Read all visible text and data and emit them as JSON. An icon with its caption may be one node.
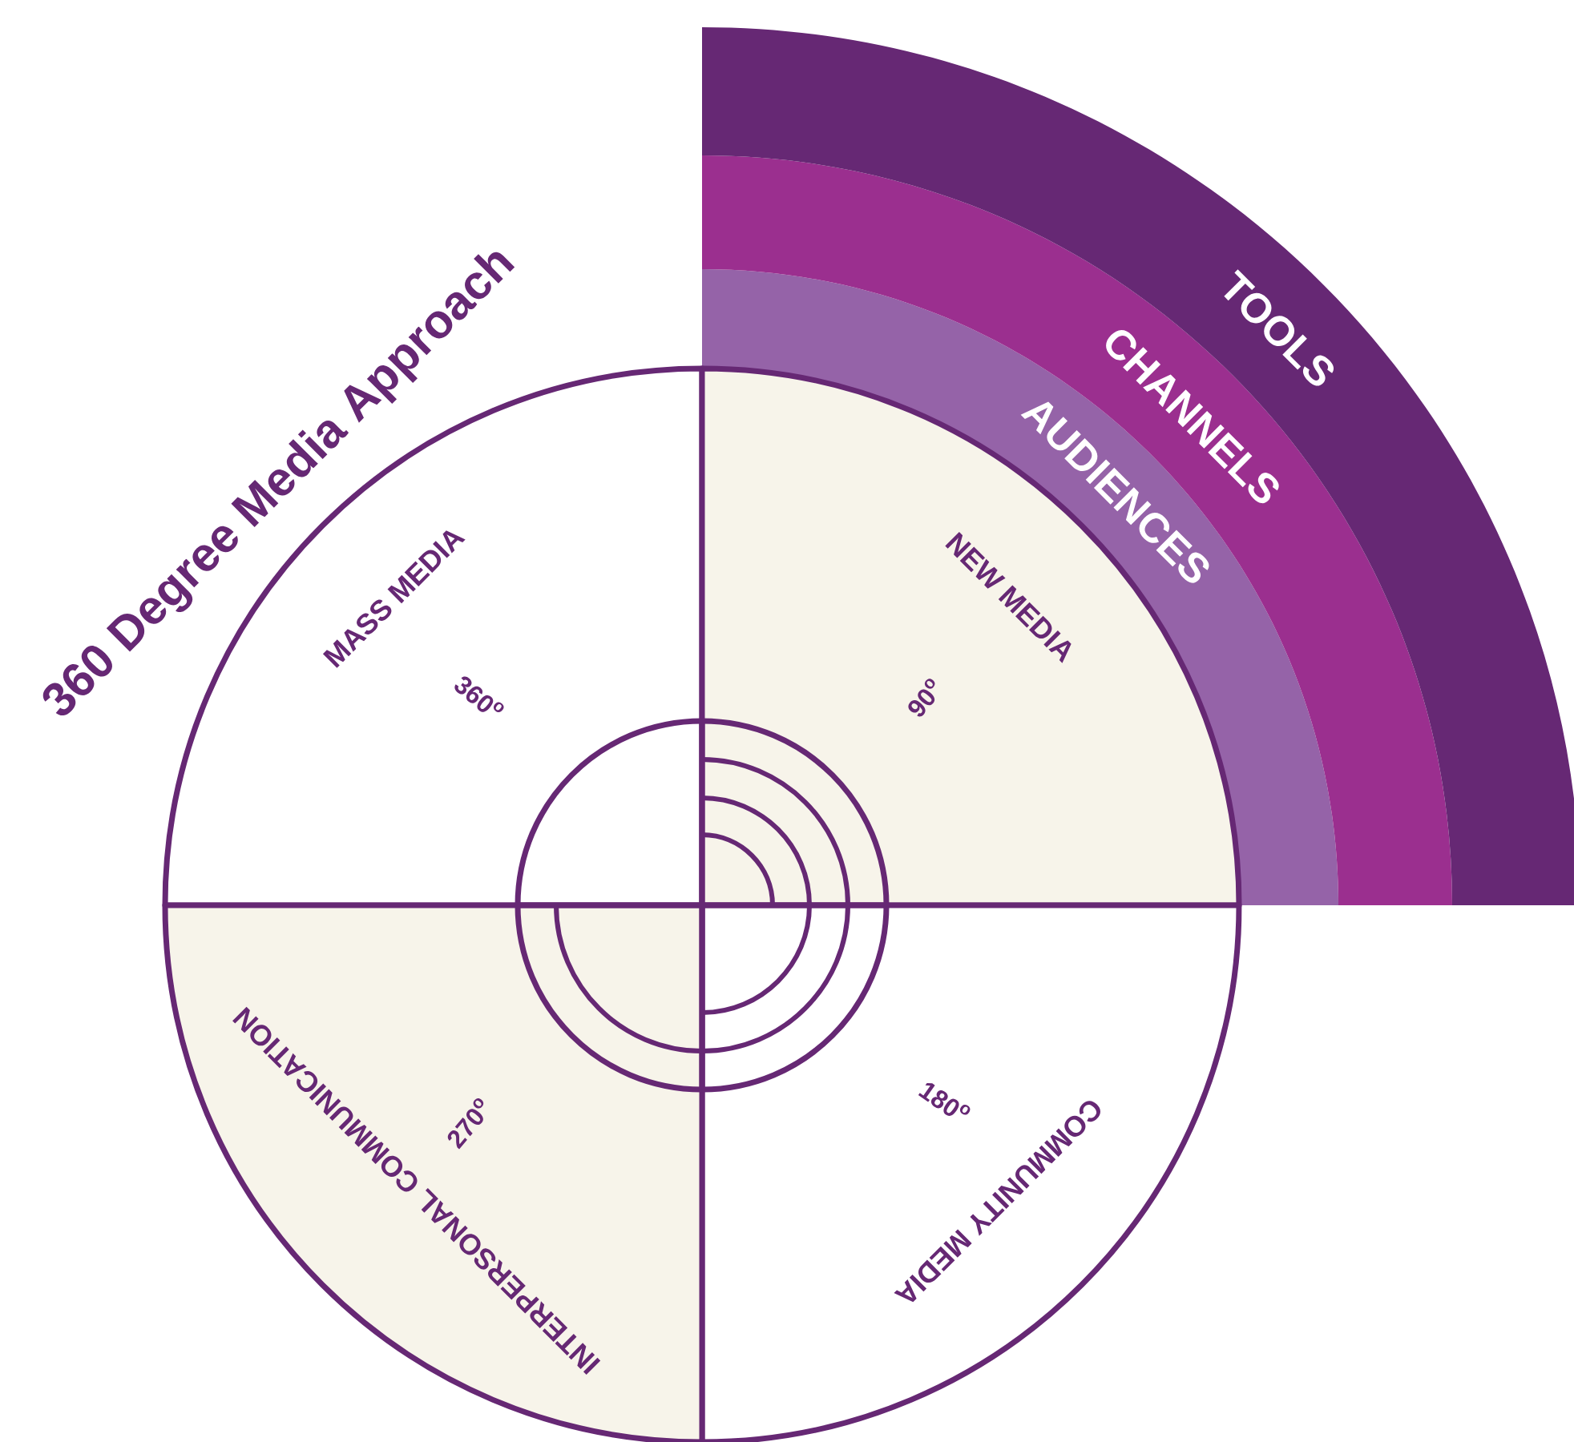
{
  "diagram": {
    "title": "360 Degree Media Approach",
    "nodes": [
      {
        "text": [
          "MASS MEDIA",
          "360$^{o}$"
        ]
      },
      {
        "text": [
          "NEW MEDIA",
          "90$^{o}$"
        ]
      },
      {
        "text": [
          "COMMUNITY MEDIA",
          "180$^{o}$"
        ]
      },
      {
        "text": [
          "INTERPERSONAL COMMUNICATION",
          "270$^{o}$"
        ]
      },
      {
        "text": [
          "AUDIENCES"
        ]
      },
      {
        "text": [
          "CHANNELS"
        ]
      },
      {
        "text": [
          "TOOLS"
        ]
      }
    ]
  }
}
